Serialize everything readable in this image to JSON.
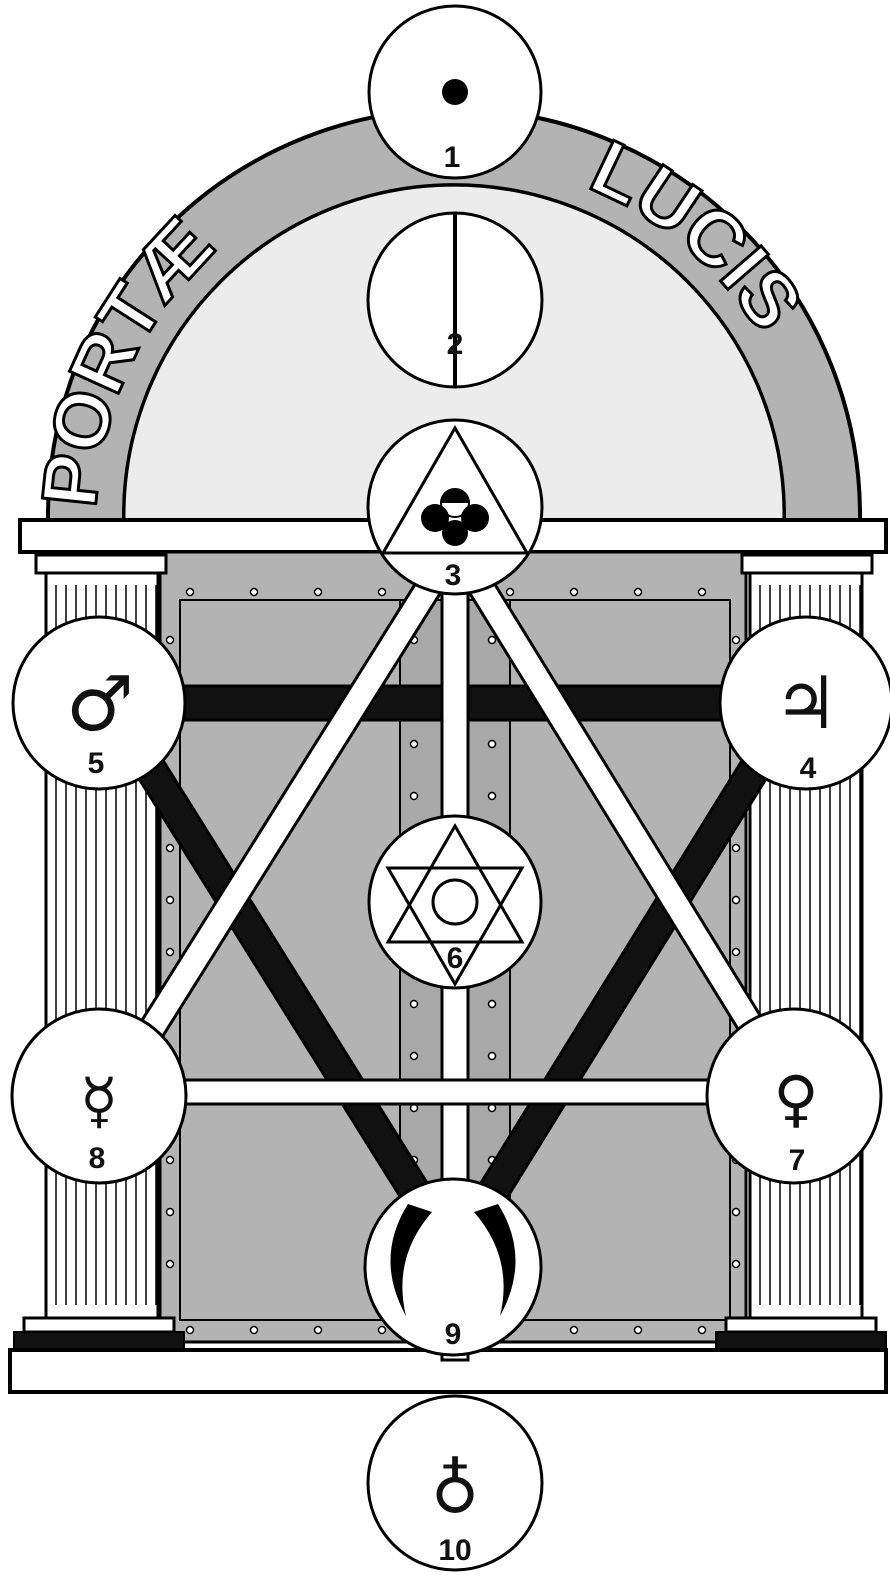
{
  "title_arch": {
    "left": "PORTÆ",
    "right": "LUCIS"
  },
  "spheres": [
    {
      "number": "1",
      "icon": "point-icon"
    },
    {
      "number": "2",
      "icon": "vertical-line-icon"
    },
    {
      "number": "3",
      "icon": "triangle-clover-icon"
    },
    {
      "number": "4",
      "icon": "jupiter-icon",
      "glyph": "♃"
    },
    {
      "number": "5",
      "icon": "mars-icon",
      "glyph": "♂"
    },
    {
      "number": "6",
      "icon": "hexagram-icon"
    },
    {
      "number": "7",
      "icon": "venus-icon",
      "glyph": "♀"
    },
    {
      "number": "8",
      "icon": "mercury-icon",
      "glyph": "☿"
    },
    {
      "number": "9",
      "icon": "crescents-icon"
    },
    {
      "number": "10",
      "icon": "earth-icon",
      "glyph": "♁"
    }
  ],
  "colors": {
    "arch_band": "#b3b3b3",
    "arch_inner": "#ececec",
    "door": "#b3b3b3",
    "path_dark": "#111111",
    "path_light": "#ffffff",
    "outline": "#000000"
  }
}
